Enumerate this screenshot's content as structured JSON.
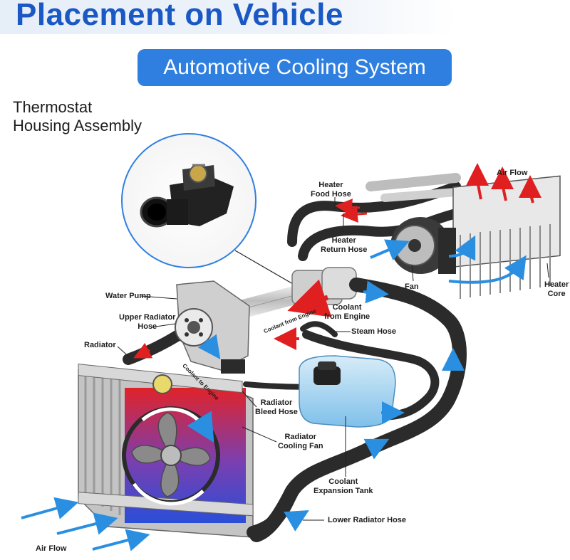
{
  "header": {
    "title": "Placement on Vehicle",
    "subtitle": "Automotive Cooling System"
  },
  "inset": {
    "title_line1": "Thermostat",
    "title_line2": "Housing Assembly"
  },
  "labels": {
    "heater_food_hose_1": "Heater",
    "heater_food_hose_2": "Food Hose",
    "air_flow_top": "Air Flow",
    "heater_return_hose_1": "Heater",
    "heater_return_hose_2": "Return Hose",
    "fan": "Fan",
    "heater_core_1": "Heater",
    "heater_core_2": "Core",
    "water_pump": "Water Pump",
    "coolant_from_engine_1": "Coolant",
    "coolant_from_engine_2": "from Engine",
    "upper_radiator_hose_1": "Upper Radiator",
    "upper_radiator_hose_2": "Hose",
    "coolant_from_engine_small": "Coolant from Engine",
    "steam_hose": "Steam Hose",
    "radiator": "Radiator",
    "coolant_to_engine": "Coolant to Engine",
    "radiator_bleed_hose_1": "Radiator",
    "radiator_bleed_hose_2": "Bleed Hose",
    "radiator_cooling_fan_1": "Radiator",
    "radiator_cooling_fan_2": "Cooling Fan",
    "coolant_expansion_tank_1": "Coolant",
    "coolant_expansion_tank_2": "Expansion Tank",
    "lower_radiator_hose": "Lower Radiator Hose",
    "air_flow_bottom": "Air Flow"
  },
  "colors": {
    "brand_blue": "#1a58c4",
    "pill_blue": "#2f7fe0",
    "hot_red": "#e02020",
    "cool_blue": "#2a8fe0",
    "hose_dark": "#2b2b2b"
  }
}
